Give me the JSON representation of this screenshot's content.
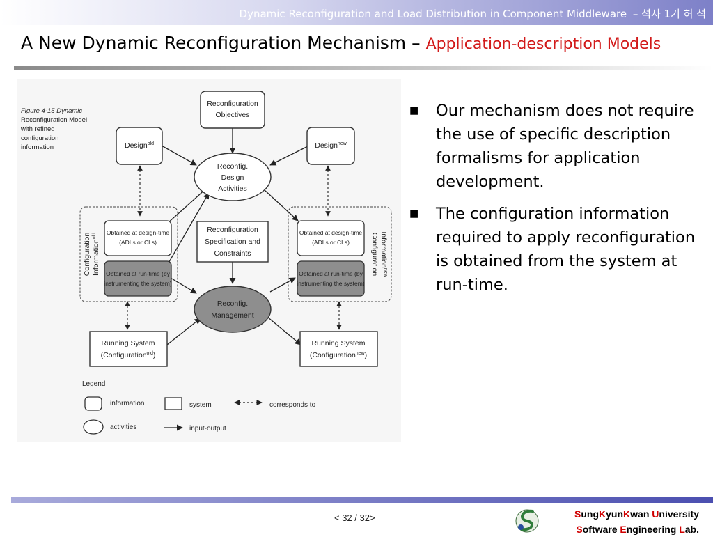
{
  "header": {
    "course": "Dynamic Reconfiguration and Load Distribution in Component Middleware",
    "suffix": "– 석사 1기 허 석"
  },
  "title": {
    "main": "A New Dynamic Reconfiguration Mechanism –",
    "sub": "Application-description Models"
  },
  "figure": {
    "caption_lines": [
      "Figure 4-15 Dynamic",
      "Reconfiguration Model",
      "with refined",
      "configuration",
      "information"
    ],
    "objectives": [
      "Reconfiguration",
      "Objectives"
    ],
    "design_old": "Design",
    "design_old_sup": "old",
    "design_new": "Design",
    "design_new_sup": "new",
    "design_activities": [
      "Reconfig.",
      "Design",
      "Activities"
    ],
    "spec_constraints": [
      "Reconfiguration",
      "Specification and",
      "Constraints"
    ],
    "obtained_design_time": [
      "Obtained at design-time",
      "(ADLs or CLs)"
    ],
    "obtained_run_time": [
      "Obtained at run-time (by",
      "instrumenting the system)"
    ],
    "config_info_label": "Configuration",
    "config_info_label2": "Information",
    "config_info_old_sup": "old",
    "config_info_new_sup": "new",
    "management": [
      "Reconfig.",
      "Management"
    ],
    "running_old": [
      "Running System",
      "(Configuration"
    ],
    "running_old_sup": "old",
    "running_new": [
      "Running System",
      "(Configuration"
    ],
    "running_new_sup": "new",
    "legend": {
      "title": "Legend",
      "information": "information",
      "system": "system",
      "corresponds": "corresponds to",
      "activities": "activities",
      "io": "input-output"
    }
  },
  "bullets": [
    "Our mechanism does not require the use of specific description formalisms for application development.",
    "The configuration information required to apply reconfiguration is obtained from the system at run-time."
  ],
  "footer": {
    "page": "< 32 / 32>",
    "university_parts": [
      "S",
      "ung",
      "K",
      "yun",
      "K",
      "wan ",
      "U",
      "niversity"
    ],
    "lab_parts": [
      "S",
      "oftware ",
      "E",
      "ngineering ",
      "L",
      "ab."
    ]
  },
  "colors": {
    "accent_red": "#d21a1a",
    "header_purple": "#7d80c8",
    "box_gray": "#8e8e8e"
  }
}
